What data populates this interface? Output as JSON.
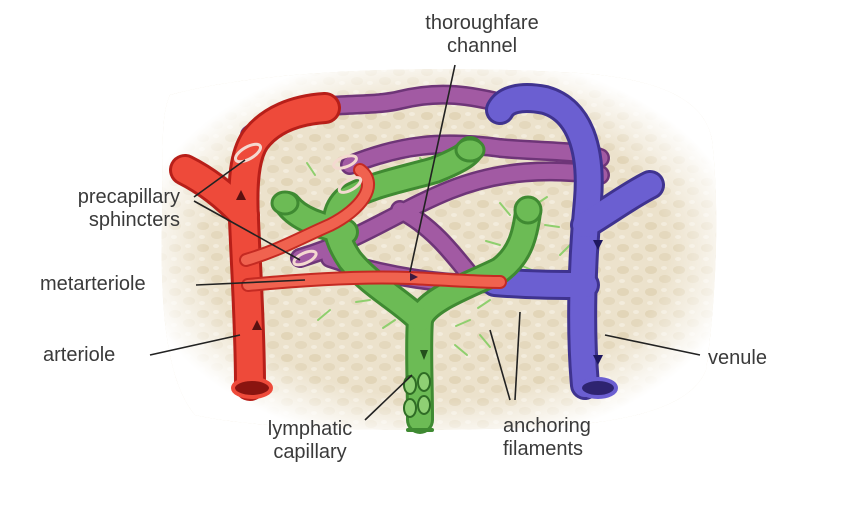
{
  "labels": {
    "thoroughfare_channel": [
      "thoroughfare",
      "channel"
    ],
    "precapillary_sphincters": [
      "precapillary",
      "sphincters"
    ],
    "metarteriole": [
      "metarteriole"
    ],
    "arteriole": [
      "arteriole"
    ],
    "venule": [
      "venule"
    ],
    "lymphatic_capillary": [
      "lymphatic",
      "capillary"
    ],
    "anchoring_filaments": [
      "anchoring",
      "filaments"
    ]
  },
  "colors": {
    "artery": "#e8332b",
    "vein": "#5b4fbf",
    "mixed": "#9a4f9c",
    "lymph": "#5fb04a",
    "tissue": "#eadfc8",
    "label_text": "#3a3a3a",
    "leader_line": "#222222"
  }
}
